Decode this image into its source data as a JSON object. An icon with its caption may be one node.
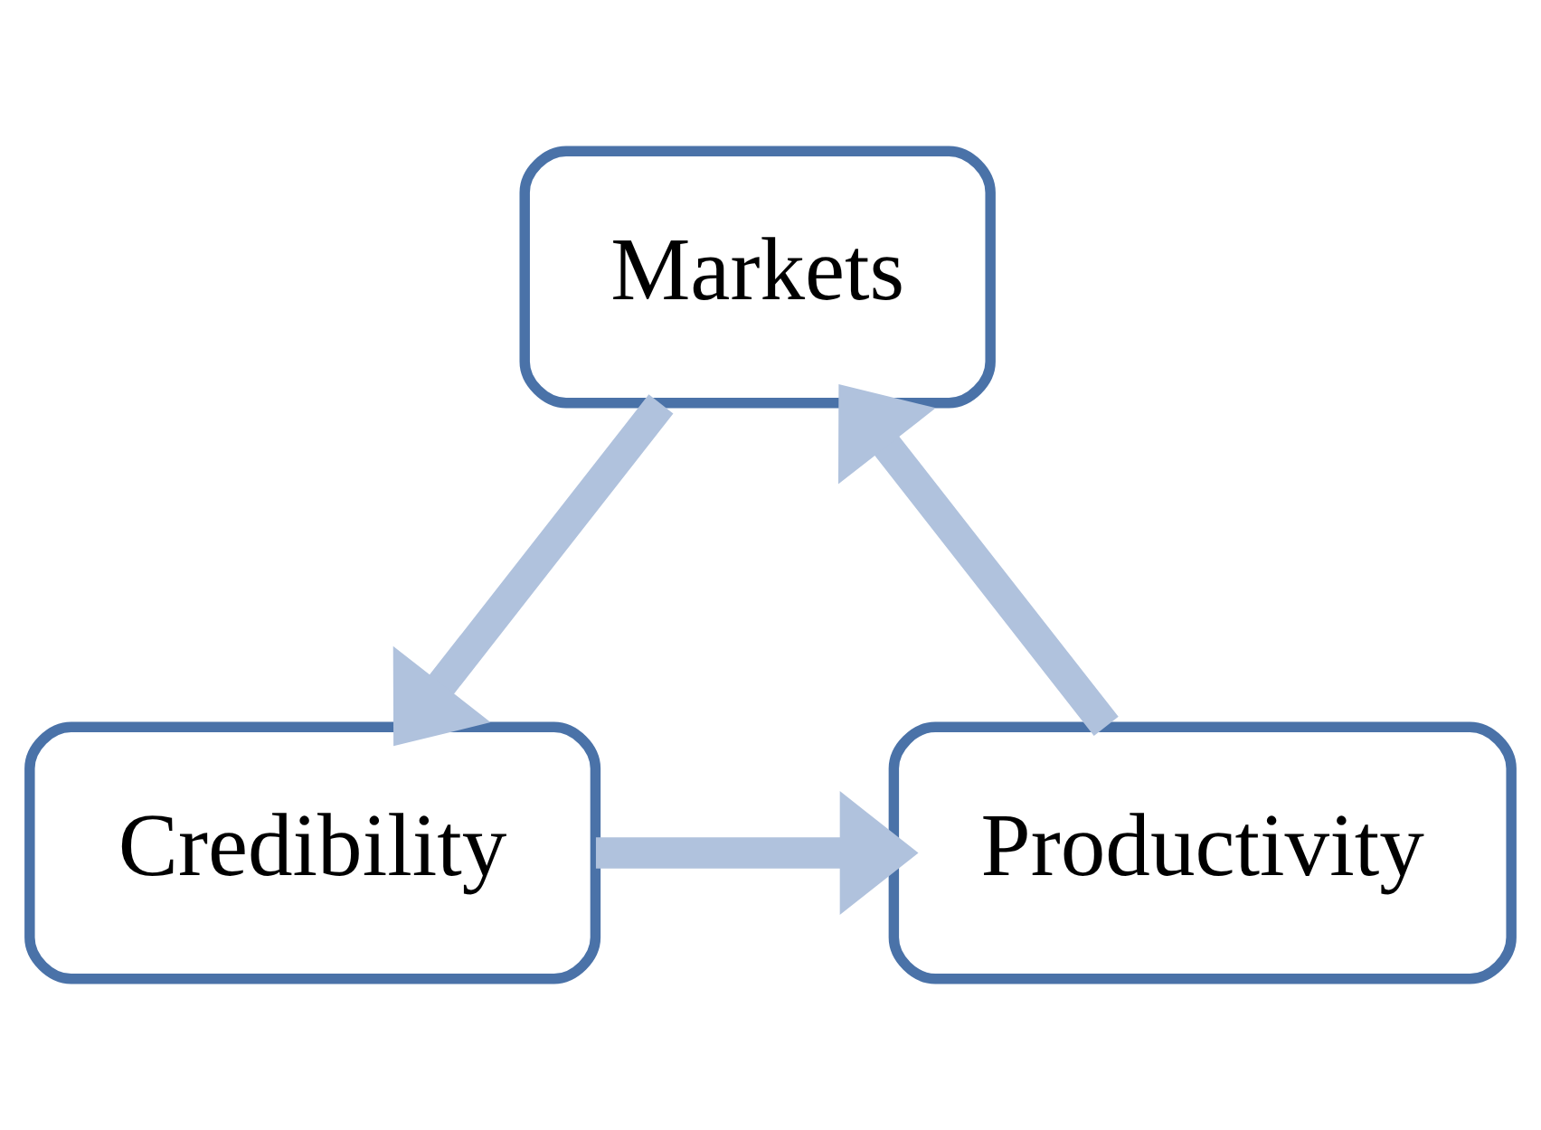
{
  "diagram": {
    "nodes": [
      {
        "text": [
          "Markets"
        ]
      },
      {
        "text": [
          "Productivity"
        ]
      },
      {
        "text": [
          "Credibility"
        ]
      }
    ],
    "edges": [
      {
        "from": 1,
        "to": 0,
        "arrow": "to"
      },
      {
        "from": 0,
        "to": 2,
        "arrow": "to"
      },
      {
        "from": 2,
        "to": 1,
        "arrow": "to"
      }
    ]
  }
}
